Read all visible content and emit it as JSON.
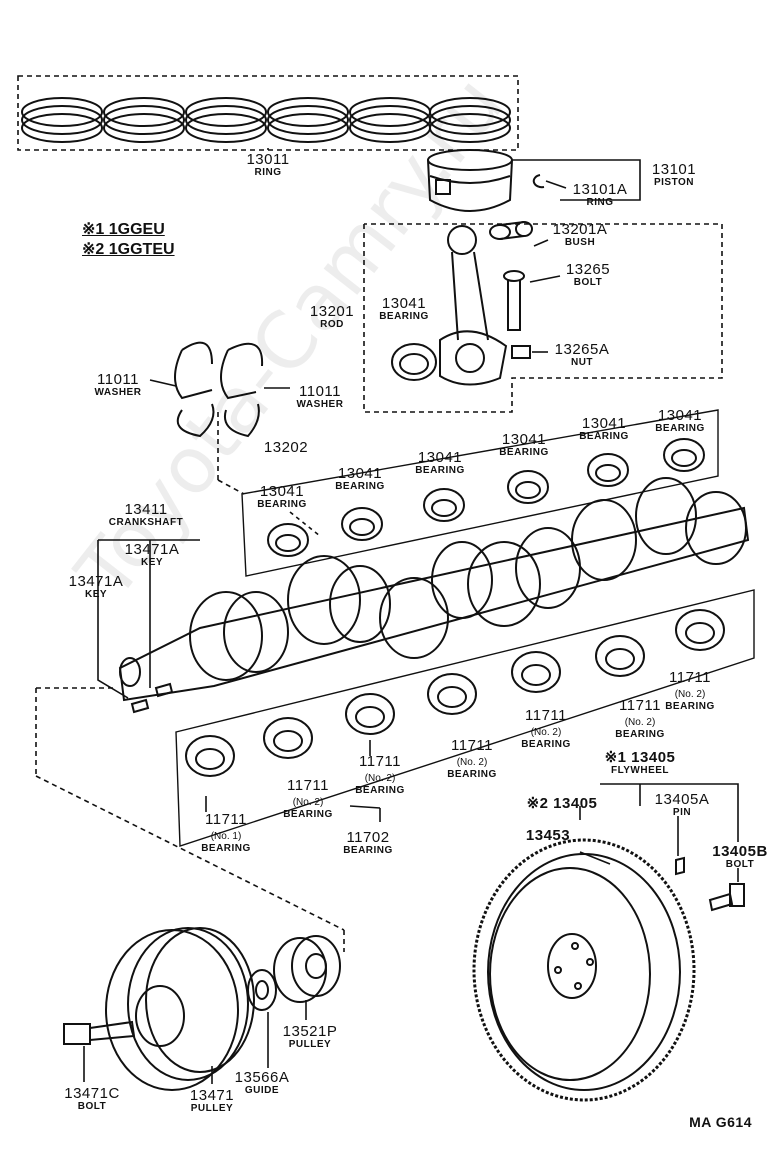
{
  "legend": {
    "line1": "※1 1GGEU",
    "line2": "※2 1GGTEU"
  },
  "watermark": "Toyota-Camry.ru",
  "diagram_code": "MA G614",
  "note_no1": "(No. 1)",
  "note_no2": "(No. 2)",
  "parts": {
    "ring_13011": {
      "number": "13011",
      "name": "RING"
    },
    "piston_13101": {
      "number": "13101",
      "name": "PISTON"
    },
    "ring_13101a": {
      "number": "13101A",
      "name": "RING"
    },
    "bush_13201a": {
      "number": "13201A",
      "name": "BUSH"
    },
    "bolt_13265": {
      "number": "13265",
      "name": "BOLT"
    },
    "rod_13201": {
      "number": "13201",
      "name": "ROD"
    },
    "bearing_13041": {
      "number": "13041",
      "name": "BEARING"
    },
    "nut_13265a": {
      "number": "13265A",
      "name": "NUT"
    },
    "washer_11011": {
      "number": "11011",
      "name": "WASHER"
    },
    "set_13202": {
      "number": "13202"
    },
    "crankshaft_13411": {
      "number": "13411",
      "name": "CRANKSHAFT"
    },
    "key_13471a": {
      "number": "13471A",
      "name": "KEY"
    },
    "bearing_11711": {
      "number": "11711",
      "name": "BEARING"
    },
    "bearing_11702": {
      "number": "11702",
      "name": "BEARING"
    },
    "flywheel_13405": {
      "number": "※1 13405",
      "name": "FLYWHEEL"
    },
    "flywheel_13405_2": {
      "number": "※2 13405"
    },
    "part_13453": {
      "number": "13453"
    },
    "pin_13405a": {
      "number": "13405A",
      "name": "PIN"
    },
    "bolt_13405b": {
      "number": "13405B",
      "name": "BOLT"
    },
    "bolt_13471c": {
      "number": "13471C",
      "name": "BOLT"
    },
    "pulley_13471": {
      "number": "13471",
      "name": "PULLEY"
    },
    "guide_13566a": {
      "number": "13566A",
      "name": "GUIDE"
    },
    "pulley_13521p": {
      "number": "13521P",
      "name": "PULLEY"
    }
  }
}
